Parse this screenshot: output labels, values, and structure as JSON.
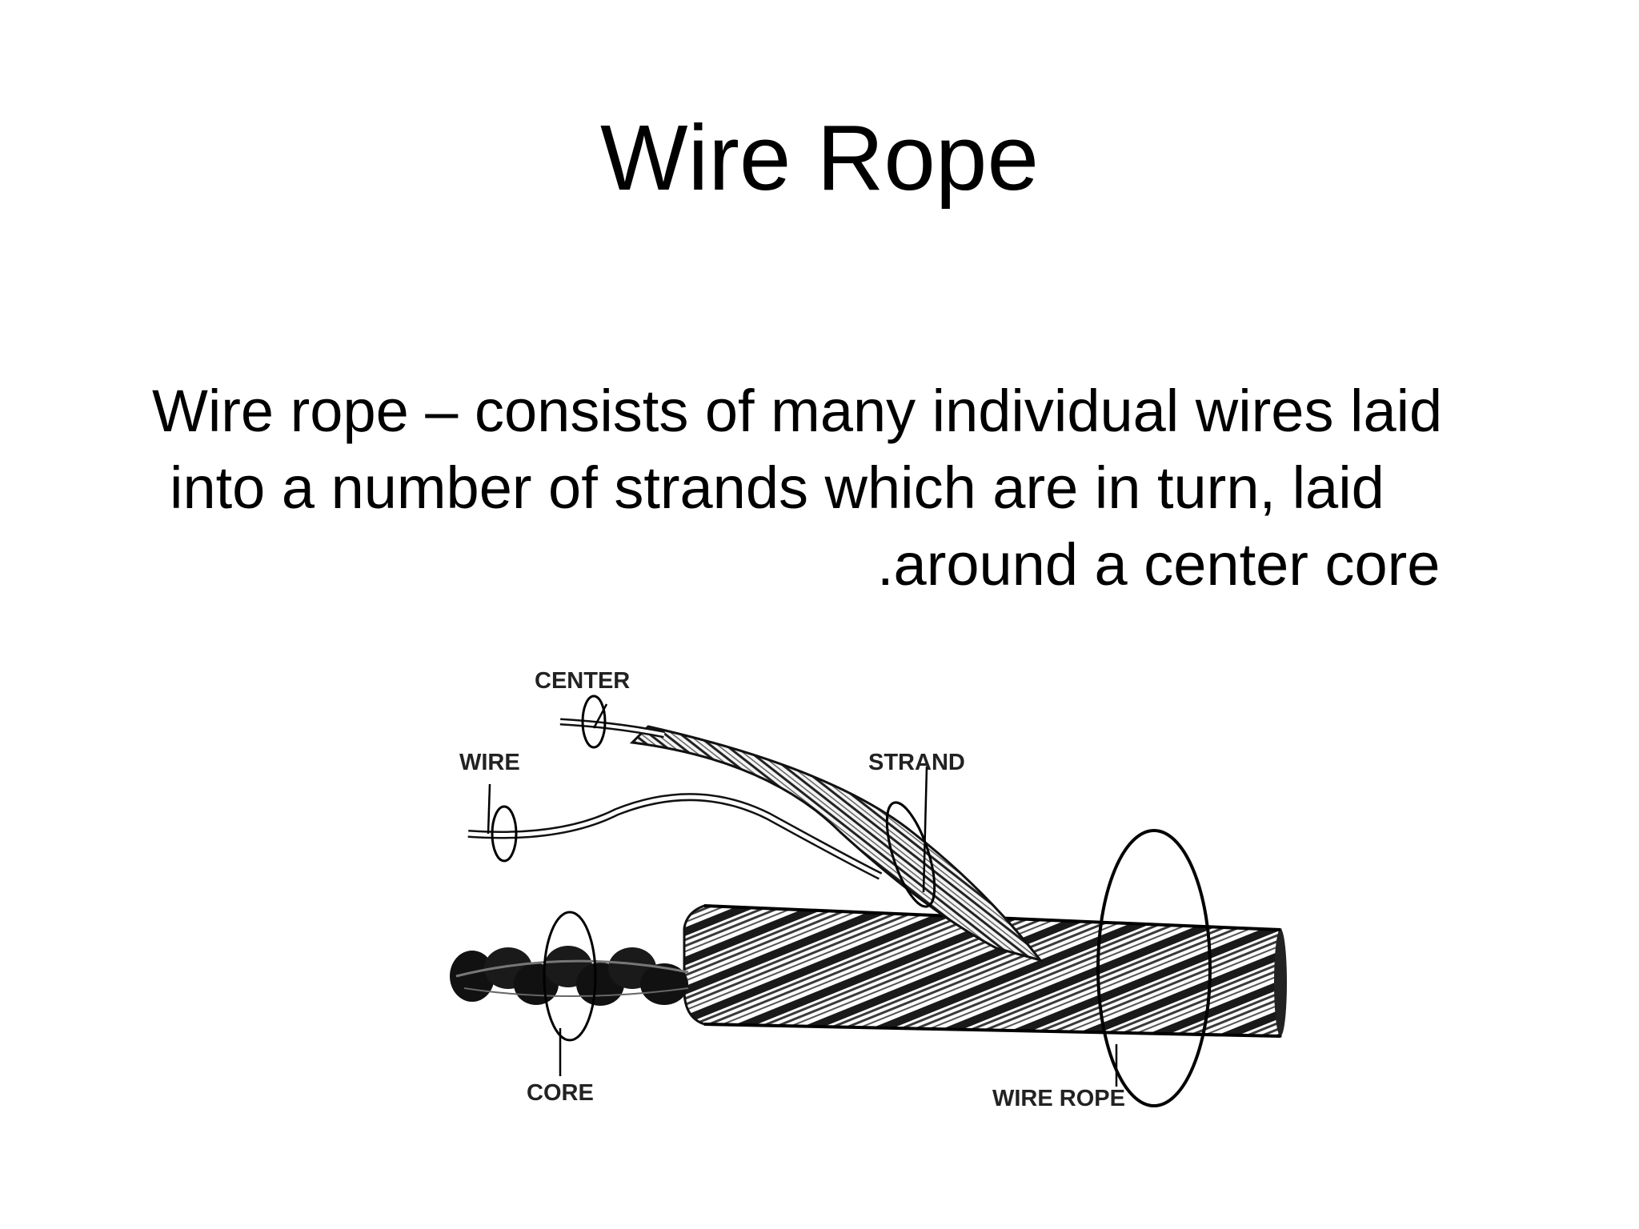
{
  "slide": {
    "title": "Wire Rope",
    "body_lines": [
      "Wire rope – consists of many individual wires laid",
      "into a number of strands which are in turn, laid",
      ".around a center core"
    ]
  },
  "diagram": {
    "labels": {
      "center": "CENTER",
      "wire": "WIRE",
      "strand": "STRAND",
      "core": "CORE",
      "wire_rope": "WIRE ROPE"
    }
  }
}
